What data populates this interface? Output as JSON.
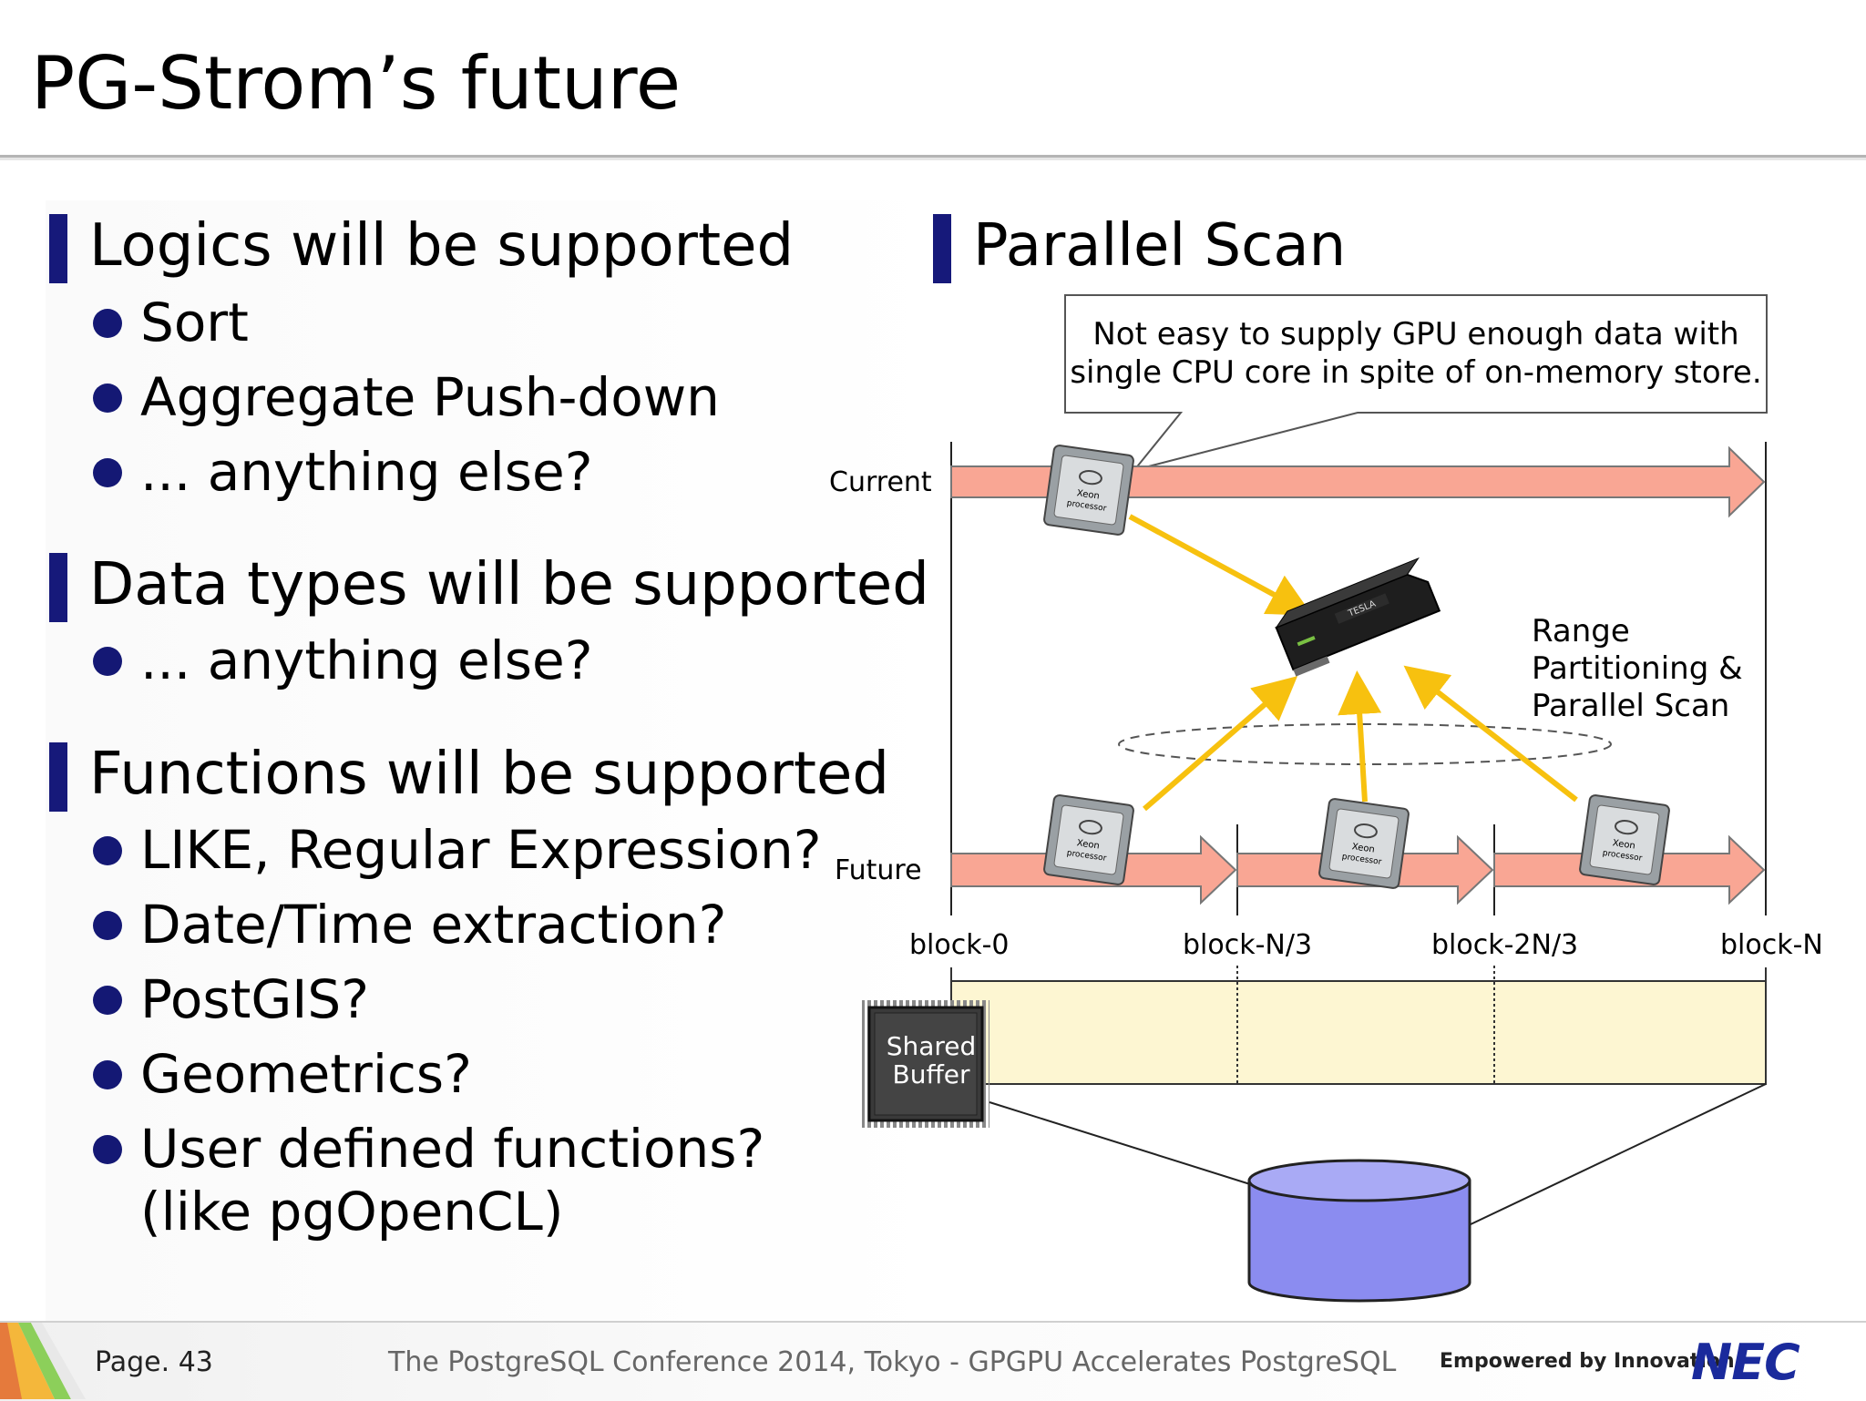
{
  "slide": {
    "title": "PG-Strom’s future"
  },
  "left": {
    "sections": [
      {
        "heading": "Logics will be supported",
        "bullets": [
          "Sort",
          "Aggregate Push-down",
          "... anything else?"
        ]
      },
      {
        "heading": "Data types will be supported",
        "bullets": [
          "... anything else?"
        ]
      },
      {
        "heading": "Functions will be supported",
        "bullets": [
          "LIKE, Regular Expression?",
          "Date/Time extraction?",
          "PostGIS?",
          "Geometrics?",
          "User defined functions?",
          "(like pgOpenCL)"
        ]
      }
    ]
  },
  "diagram": {
    "heading": "Parallel Scan",
    "callout_line1": "Not easy to supply GPU enough data with",
    "callout_line2": "single CPU core in spite of on-memory store.",
    "current_label": "Current",
    "future_label": "Future",
    "range_line1": "Range",
    "range_line2": "Partitioning &",
    "range_line3": "Parallel Scan",
    "blocks": [
      "block-0",
      "block-N/3",
      "block-2N/3",
      "block-N"
    ],
    "buffer_line1": "Shared",
    "buffer_line2": "Buffer",
    "colors": {
      "arrow_fill": "#f9a694",
      "gpu_arrow": "#f7c10f",
      "buffer_fill": "#fdf6d2",
      "cylinder": "#8b8cf0",
      "heading_bar": "#16197a"
    },
    "icons": [
      "cpu-chip-icon",
      "gpu-card-icon",
      "memory-chip-icon",
      "database-icon"
    ]
  },
  "footer": {
    "page": "Page. 43",
    "conference": "The PostgreSQL Conference 2014, Tokyo - GPGPU Accelerates PostgreSQL",
    "tagline": "Empowered by Innovation",
    "logo": "NEC"
  }
}
